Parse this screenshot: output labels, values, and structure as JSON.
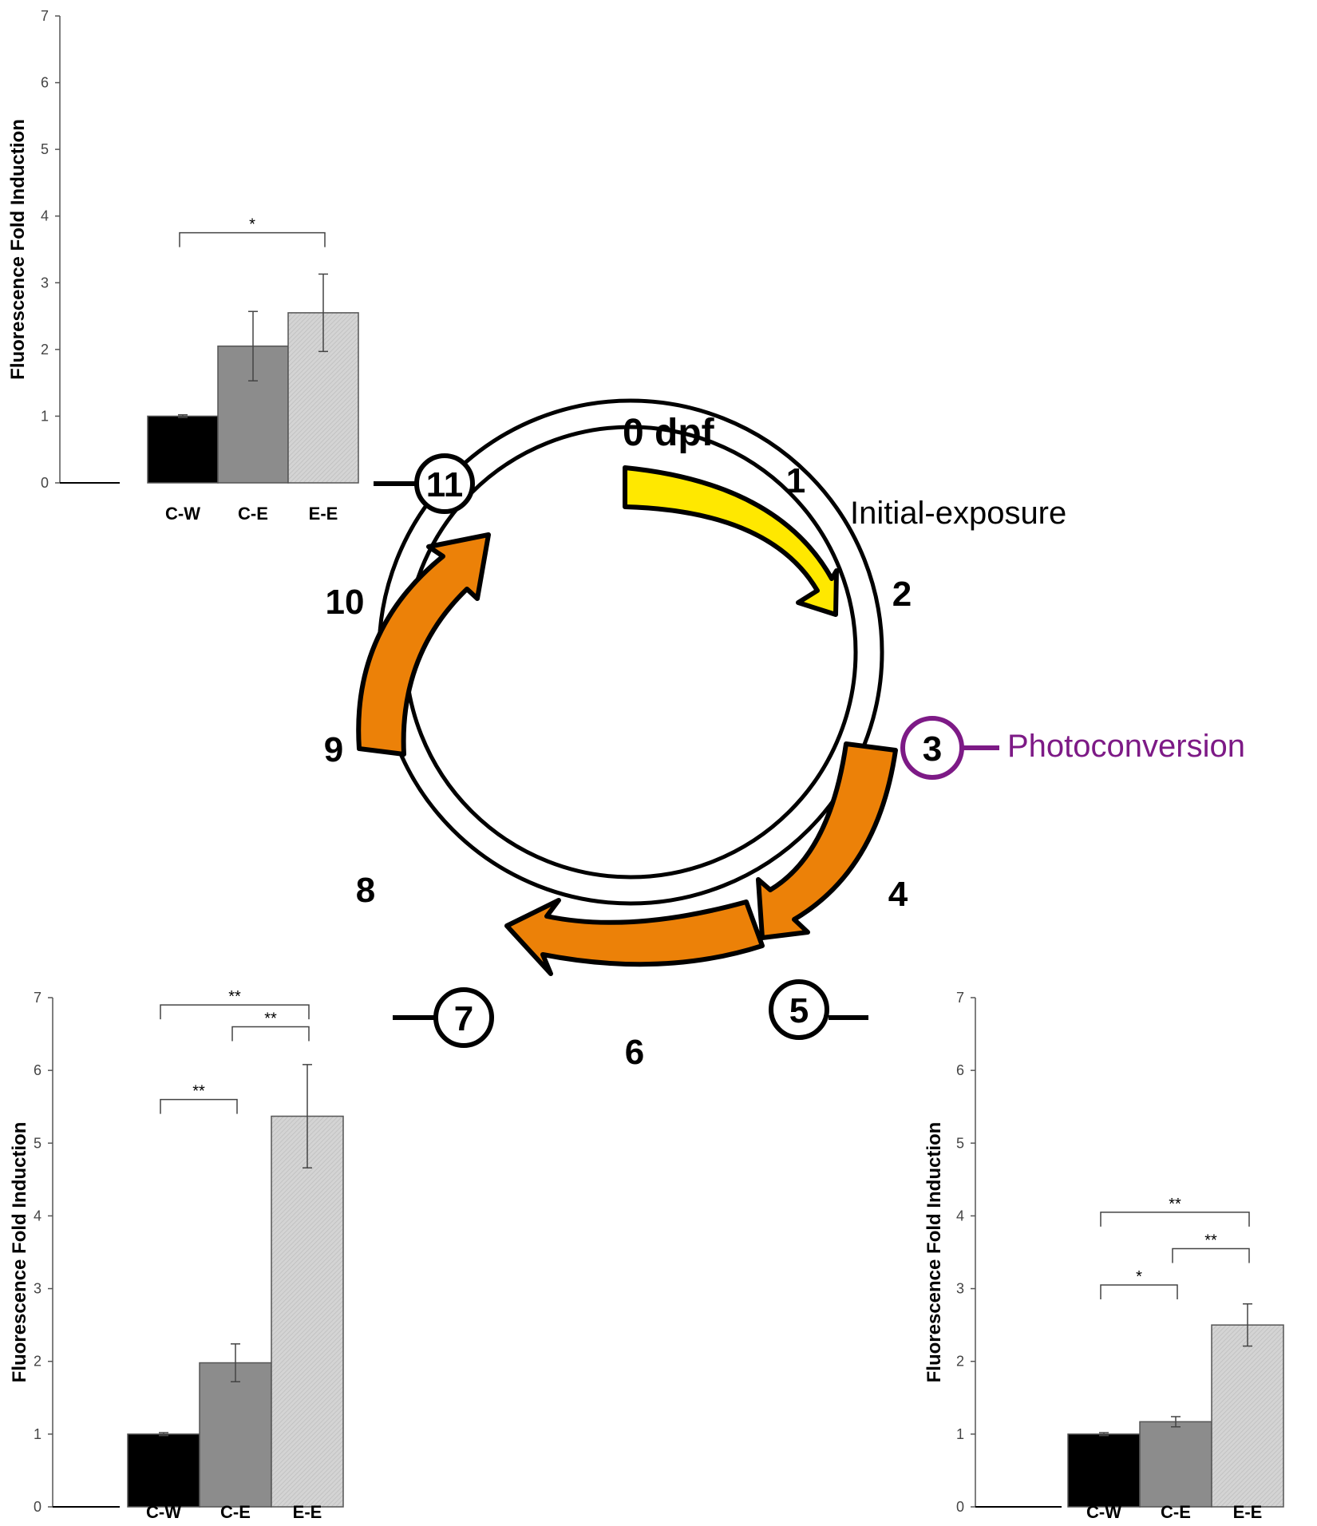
{
  "chart_data": [
    {
      "type": "bar",
      "ylabel": "Fluorescence Fold Induction",
      "ylim": [
        0,
        7
      ],
      "yticks": [
        "0",
        "1",
        "2",
        "3",
        "4",
        "5",
        "6",
        "7"
      ],
      "categories": [
        "C-W",
        "C-E",
        "E-E"
      ],
      "values": [
        1.0,
        2.05,
        2.55
      ],
      "errors": [
        0.02,
        0.52,
        0.58
      ],
      "colors": [
        "#000000",
        "#8c8c8c",
        "#cfcfcf"
      ],
      "significance": [
        {
          "from": "C-W",
          "to": "E-E",
          "label": "*"
        }
      ]
    },
    {
      "type": "bar",
      "ylabel": "Fluorescence Fold Induction",
      "ylim": [
        0,
        7
      ],
      "yticks": [
        "0",
        "1",
        "2",
        "3",
        "4",
        "5",
        "6",
        "7"
      ],
      "categories": [
        "C-W",
        "C-E",
        "E-E"
      ],
      "values": [
        1.0,
        1.98,
        5.37
      ],
      "errors": [
        0.02,
        0.26,
        0.71
      ],
      "colors": [
        "#000000",
        "#8c8c8c",
        "#cfcfcf"
      ],
      "significance": [
        {
          "from": "C-W",
          "to": "C-E",
          "label": "**"
        },
        {
          "from": "C-E",
          "to": "E-E",
          "label": "**"
        },
        {
          "from": "C-W",
          "to": "E-E",
          "label": "**"
        }
      ]
    },
    {
      "type": "bar",
      "ylabel": "Fluorescence Fold Induction",
      "ylim": [
        0,
        7
      ],
      "yticks": [
        "0",
        "1",
        "2",
        "3",
        "4",
        "5",
        "6",
        "7"
      ],
      "categories": [
        "C-W",
        "C-E",
        "E-E"
      ],
      "values": [
        1.0,
        1.17,
        2.5
      ],
      "errors": [
        0.02,
        0.07,
        0.29
      ],
      "colors": [
        "#000000",
        "#8c8c8c",
        "#cfcfcf"
      ],
      "significance": [
        {
          "from": "C-W",
          "to": "C-E",
          "label": "*"
        },
        {
          "from": "C-E",
          "to": "E-E",
          "label": "**"
        },
        {
          "from": "C-W",
          "to": "E-E",
          "label": "**"
        }
      ]
    }
  ],
  "cycle": {
    "day_labels": [
      "0 dpf",
      "1",
      "2",
      "3",
      "4",
      "5",
      "6",
      "7",
      "8",
      "9",
      "10",
      "11"
    ],
    "initial_label": "Initial-exposure",
    "photoconversion_label": "Photoconversion",
    "colors": {
      "initial_arrow": "#ffe800",
      "treatment_arrow": "#ec8108",
      "photoconversion": "#7d1a86"
    }
  }
}
